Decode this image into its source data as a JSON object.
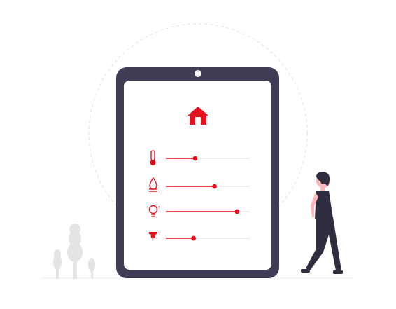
{
  "colors": {
    "accent": "#e8101d",
    "frame": "#3f3d56",
    "screen": "#ffffff",
    "track": "#e6e6e6",
    "circle": "#e0e0e0",
    "plants": "#e4e4e4",
    "ground": "#ececec",
    "skin": "#ffb6b6",
    "hair": "#2f2e41",
    "clothes": "#2f2e41"
  },
  "icons": {
    "home": "house-icon",
    "controls": [
      "thermometer-icon",
      "water-drop-icon",
      "light-bulb-icon",
      "power-plug-icon"
    ]
  },
  "controls": [
    {
      "icon": "thermometer-icon",
      "level": 0.35
    },
    {
      "icon": "water-drop-icon",
      "level": 0.58
    },
    {
      "icon": "light-bulb-icon",
      "level": 0.85
    },
    {
      "icon": "power-plug-icon",
      "level": 0.33
    }
  ]
}
